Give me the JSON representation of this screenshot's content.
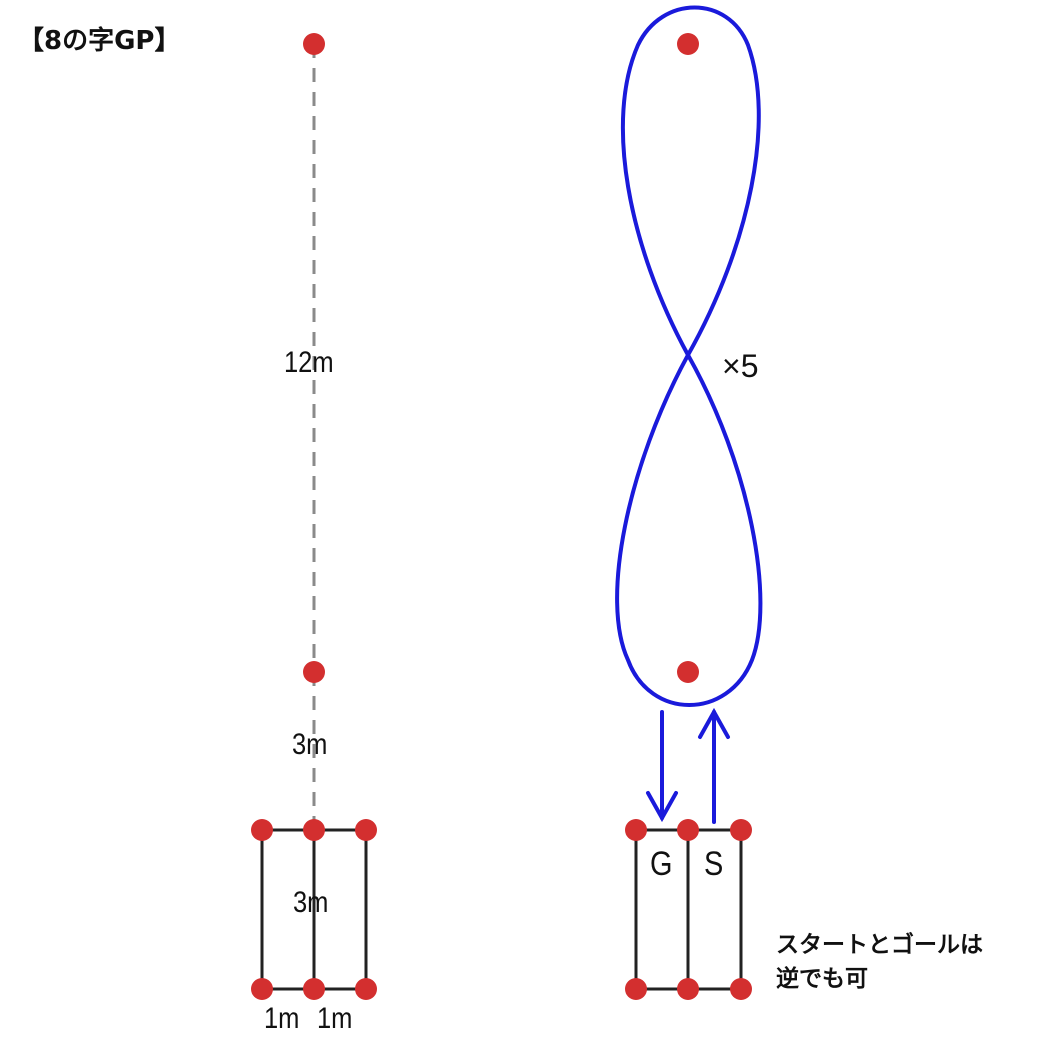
{
  "title": "【8の字GP】",
  "left_diagram": {
    "dist_far": "12m",
    "dist_mid": "3m",
    "dist_box": "3m",
    "width_left": "1m",
    "width_right": "1m"
  },
  "right_diagram": {
    "repeat": "×5",
    "lane_goal": "G",
    "lane_start": "S",
    "note_line1": "スタートとゴールは",
    "note_line2": "逆でも可"
  },
  "colors": {
    "cone": "#d32f2f",
    "path": "#1a1adb",
    "line": "#222222",
    "guide": "#8a8a8a"
  }
}
